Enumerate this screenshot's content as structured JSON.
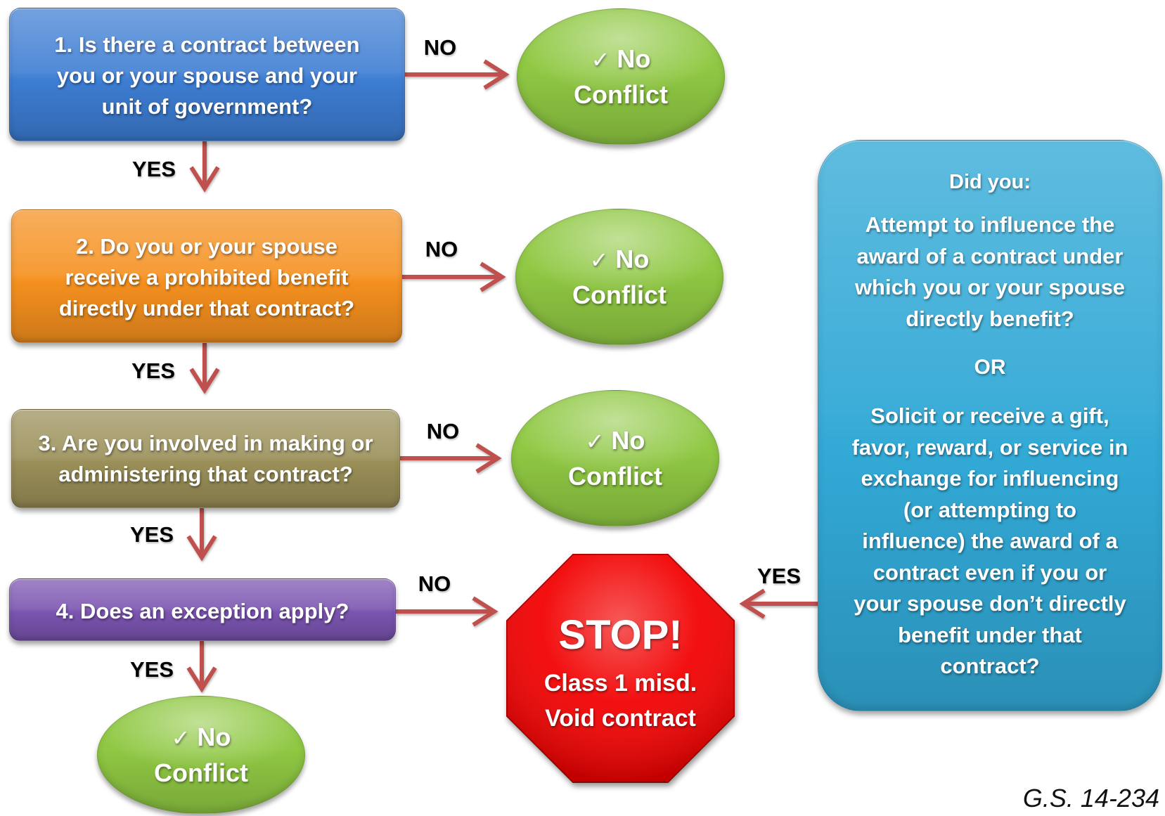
{
  "questions": [
    {
      "lines": [
        "1. Is there a contract between",
        "you or your spouse and your",
        "unit of government?"
      ],
      "yes_label": "YES",
      "no_label": "NO",
      "no_outcome": {
        "check": "✓",
        "line1": "No",
        "line2": "Conflict"
      }
    },
    {
      "lines": [
        "2. Do you or your spouse",
        "receive a prohibited benefit",
        "directly under that contract?"
      ],
      "yes_label": "YES",
      "no_label": "NO",
      "no_outcome": {
        "check": "✓",
        "line1": "No",
        "line2": "Conflict"
      }
    },
    {
      "lines": [
        "3. Are you involved in making or",
        "administering that contract?"
      ],
      "yes_label": "YES",
      "no_label": "NO",
      "no_outcome": {
        "check": "✓",
        "line1": "No",
        "line2": "Conflict"
      }
    },
    {
      "lines": [
        "4. Does an exception apply?"
      ],
      "yes_label": "YES",
      "no_label": "NO",
      "yes_outcome": {
        "check": "✓",
        "line1": "No",
        "line2": "Conflict"
      }
    }
  ],
  "stop_sign": {
    "title": "STOP!",
    "line1": "Class 1 misd.",
    "line2": "Void contract"
  },
  "side_question": {
    "header": "Did you:",
    "option_a_lines": [
      "Attempt to influence the",
      "award of a contract under",
      "which you or your spouse",
      "directly benefit?"
    ],
    "separator": "OR",
    "option_b_lines": [
      "Solicit or receive a gift,",
      "favor, reward, or service in",
      "exchange for influencing",
      "(or attempting to",
      "influence) the award of a",
      "contract even if you or",
      "your spouse don’t directly",
      "benefit under that",
      "contract?"
    ],
    "yes_label": "YES"
  },
  "citation": "G.S. 14-234",
  "icons": {
    "outcome_check": "check-icon"
  },
  "colors": {
    "question_1_box": "#3d7dd3",
    "question_2_box": "#f5901f",
    "question_3_box": "#9a8f58",
    "question_4_box": "#7b54b0",
    "side_question_box": "#32a9d6",
    "no_conflict_ellipse": "#8fc843",
    "stop_sign": "#f20000",
    "arrow": "#c0504d"
  }
}
